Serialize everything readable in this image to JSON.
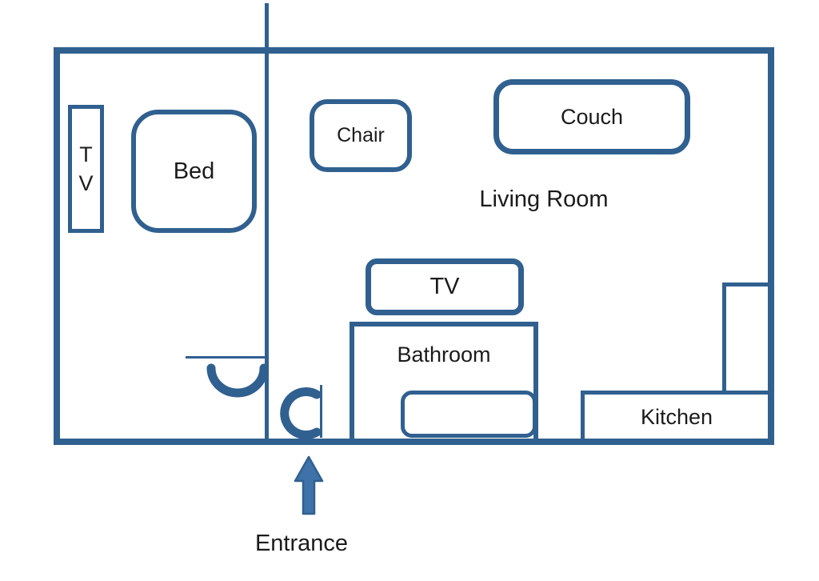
{
  "colors": {
    "wall": "#30608f",
    "text": "#1b1b1b",
    "arrow_fill": "#3e72a8"
  },
  "labels": {
    "bedroom_tv": "T\nV",
    "bed": "Bed",
    "chair": "Chair",
    "couch": "Couch",
    "living_room": "Living Room",
    "living_tv": "TV",
    "bathroom": "Bathroom",
    "kitchen": "Kitchen",
    "entrance": "Entrance"
  }
}
